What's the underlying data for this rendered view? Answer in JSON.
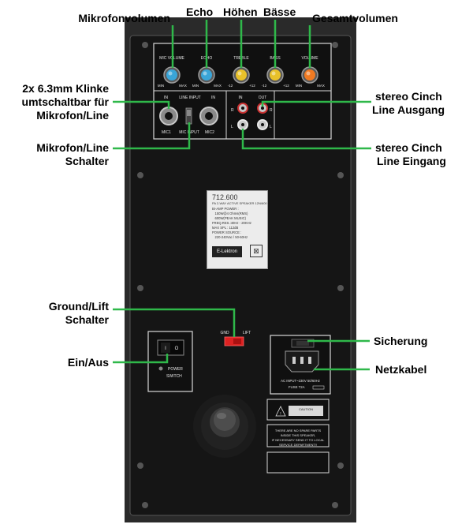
{
  "callouts": {
    "mic_volume": "Mikrofonvolumen",
    "echo": "Echo",
    "treble": "Höhen",
    "bass": "Bässe",
    "master_volume": "Gesamtvolumen",
    "jack_line1": "2x 6.3mm Klinke",
    "jack_line2": "umtschaltbar für",
    "jack_line3": "Mikrofon/Line",
    "switch_line1": "Mikrofon/Line",
    "switch_line2": "Schalter",
    "out_line1": "stereo Cinch",
    "out_line2": "Line Ausgang",
    "in_line1": "stereo Cinch",
    "in_line2": "Line Eingang",
    "gnd_line1": "Ground/Lift",
    "gnd_line2": "Schalter",
    "power_switch": "Ein/Aus",
    "fuse": "Sicherung",
    "power_cable": "Netzkabel"
  },
  "panel": {
    "knobs": [
      {
        "label": "MIC VOLUME",
        "min": "MIN",
        "max": "MAX",
        "color": "#3aa5d8"
      },
      {
        "label": "ECHO",
        "min": "MIN",
        "max": "MAX",
        "color": "#3aa5d8"
      },
      {
        "label": "TREBLE",
        "min": "-12",
        "max": "+12",
        "color": "#e8c12a"
      },
      {
        "label": "BASS",
        "min": "-12",
        "max": "+12",
        "color": "#e8c12a"
      },
      {
        "label": "VOLUME",
        "min": "MIN",
        "max": "MAX",
        "color": "#f07a22"
      }
    ],
    "line_input": "LINE INPUT",
    "in_short": "IN",
    "mic1": "MIC1",
    "mic2": "MIC2",
    "mic_input": "MIC INPUT",
    "rca_in": "IN",
    "rca_out": "OUT",
    "r": "R",
    "l": "L",
    "gnd": "GND",
    "lift": "LIFT",
    "power": "POWER",
    "switch": "SWITCH",
    "ac_input": "AC INPUT~230V 50/60Hz",
    "fuse": "FUSE T2A",
    "caution": "CAUTION",
    "no_parts_1": "THERE ARE NO SPARE PARTS",
    "no_parts_2": "INSIDE THIS SPEAKER,",
    "no_parts_3": "IF NECESSARY SEND IT TO LOCAL",
    "no_parts_4": "SERVICE DEPARTMENT!!"
  },
  "plate": {
    "model": "712.600",
    "subtitle": "PA 2-WAY ACTIVE SPEAKER 12N/600",
    "spec": "BI-AMP POWER :\n   150W@4 Ohms(RMS)\n   600W(PEAK MUSIC)\nFREQ.RES.:40Hz - 20KHz\nMAX SPL : 112dB\nPOWER SOURCE :\n   220-240Vac / 50-60Hz",
    "logo": "E-Lektron"
  },
  "colors": {
    "pointer": "#2fb84a",
    "panel": "#151515",
    "cabinet": "#2a2a2a",
    "led": "#ee2222"
  }
}
